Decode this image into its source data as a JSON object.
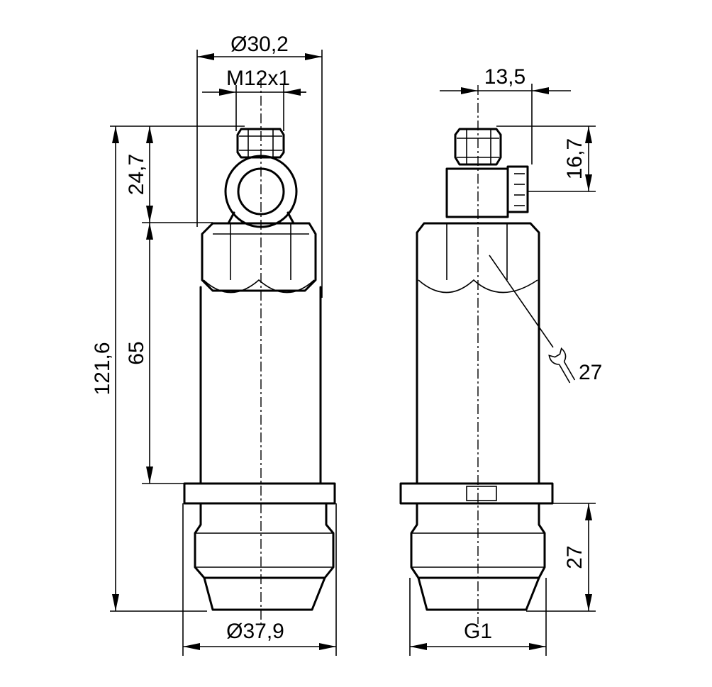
{
  "dimensions": {
    "top_diameter": "Ø30,2",
    "connector_thread": "M12x1",
    "connector_height": "24,7",
    "body_length": "65",
    "total_length": "121,6",
    "bottom_diameter": "Ø37,9",
    "connector_offset": "13,5",
    "connector_head_height": "16,7",
    "wrench_size": "27",
    "thread_length": "27",
    "thread_type": "G1"
  },
  "colors": {
    "line": "#000000",
    "background": "#ffffff"
  },
  "icons": {
    "wrench": "wrench-icon"
  }
}
